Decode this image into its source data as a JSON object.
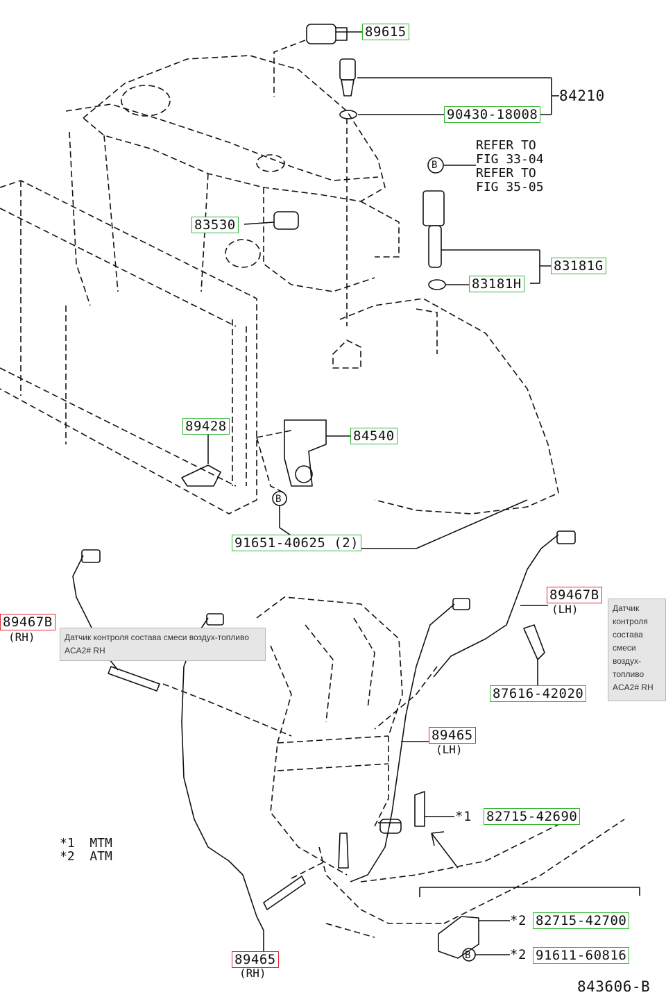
{
  "parts": {
    "p89615": "89615",
    "p84210": "84210",
    "p90430": "90430-18008",
    "p83530": "83530",
    "p83181g": "83181G",
    "p83181h": "83181H",
    "p89428": "89428",
    "p84540": "84540",
    "p91651": "91651-40625 (2)",
    "p89467b_rh": "89467B",
    "p89467b_lh": "89467B",
    "p87616": "87616-42020",
    "p89465_lh": "89465",
    "p89465_rh": "89465",
    "p82715_690": "82715-42690",
    "p82715_700": "82715-42700",
    "p91611": "91611-60816"
  },
  "sides": {
    "rh": "(RH)",
    "lh": "(LH)"
  },
  "refer": {
    "line1": "REFER TO",
    "line2": "FIG 33-04",
    "line3": "REFER TO",
    "line4": "FIG 35-05"
  },
  "circle_b": "B",
  "marks": {
    "star1": "*1",
    "star2": "*2"
  },
  "legend": {
    "line1": "*1  MTM",
    "line2": "*2  ATM"
  },
  "figure_code": "843606-B",
  "tooltips": {
    "rh": "Датчик контроля состава смеси воздух-топливо ACA2# RH",
    "lh": "Датчик контроля состава смеси воздух-топливо ACA2# RH"
  }
}
